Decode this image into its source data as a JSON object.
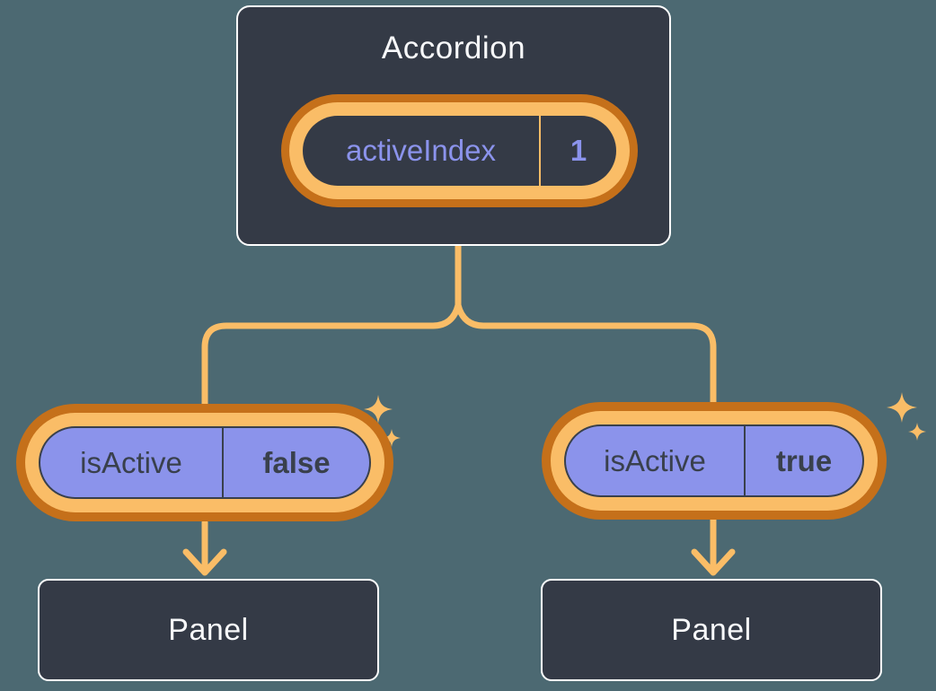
{
  "colors": {
    "background": "#4C6972",
    "node_fill": "#343A46",
    "node_border": "#FFFFFF",
    "connector_orange": "#FABD67",
    "ring_outer_orange": "#C5701A",
    "ring_inner_orange": "#FABD67",
    "prop_pill_fill": "#8B93EB",
    "state_text_purple": "#8B93EC",
    "prop_text_dark": "#39404C",
    "sparkle": "#FABD67",
    "title_text": "#F7F8FA"
  },
  "accordion": {
    "title": "Accordion",
    "state": {
      "name": "activeIndex",
      "value": "1"
    }
  },
  "children": [
    {
      "prop": "isActive",
      "value": "false"
    },
    {
      "prop": "isActive",
      "value": "true"
    }
  ],
  "panels": [
    {
      "label": "Panel"
    },
    {
      "label": "Panel"
    }
  ]
}
